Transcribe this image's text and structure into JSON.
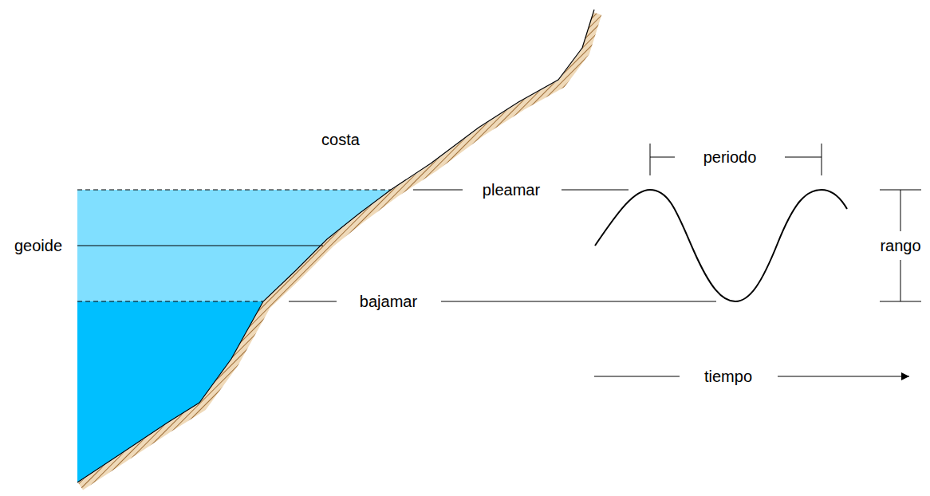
{
  "diagram": {
    "labels": [
      "costa",
      "geoide",
      "pleamar",
      "bajamar",
      "periodo",
      "rango",
      "tiempo"
    ]
  }
}
